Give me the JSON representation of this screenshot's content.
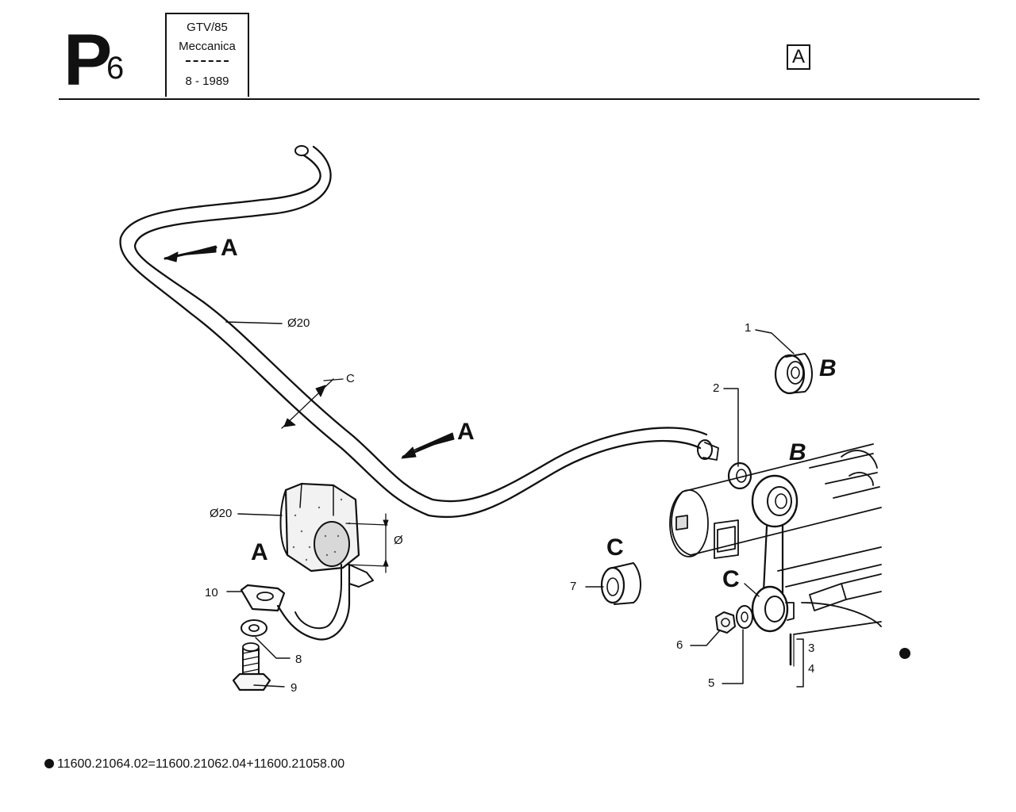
{
  "header": {
    "section_letter": "P",
    "section_number": "6",
    "model": "GTV/85",
    "category": "Meccanica",
    "date": "8 - 1989",
    "view_box_label": "A"
  },
  "callouts": {
    "view_a_top": "A",
    "view_a_mid": "A",
    "view_a_detail": "A",
    "view_b_top": "B",
    "view_b_link": "B",
    "view_c_bush": "C",
    "view_c_link": "C",
    "diameter_bar": "Ø20",
    "diameter_bush": "Ø20",
    "dim_c": "C",
    "dim_phi": "Ø"
  },
  "parts": [
    "1",
    "2",
    "3",
    "4",
    "5",
    "6",
    "7",
    "8",
    "9",
    "10"
  ],
  "footer": {
    "code_line": "11600.21064.02=11600.21062.04+11600.21058.00"
  }
}
